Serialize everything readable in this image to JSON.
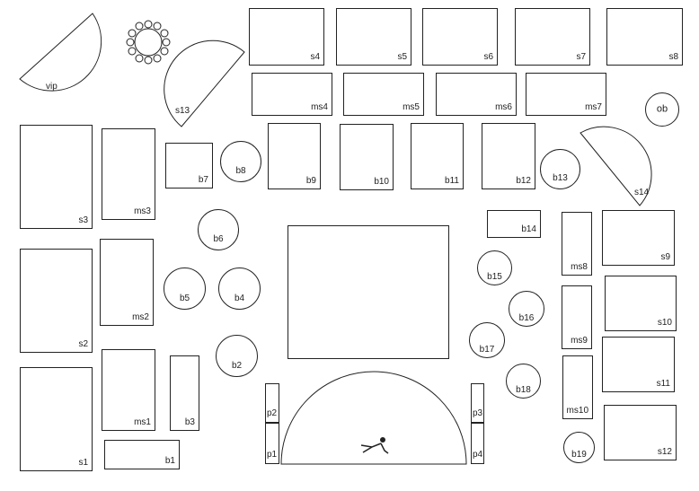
{
  "stroke_color": "#222222",
  "background_color": "#ffffff",
  "labels": {
    "s1": "s1",
    "s2": "s2",
    "s3": "s3",
    "s4": "s4",
    "s5": "s5",
    "s6": "s6",
    "s7": "s7",
    "s8": "s8",
    "s9": "s9",
    "s10": "s10",
    "s11": "s11",
    "s12": "s12",
    "s13": "s13",
    "s14": "s14",
    "ms1": "ms1",
    "ms2": "ms2",
    "ms3": "ms3",
    "ms4": "ms4",
    "ms5": "ms5",
    "ms6": "ms6",
    "ms7": "ms7",
    "ms8": "ms8",
    "ms9": "ms9",
    "ms10": "ms10",
    "b1": "b1",
    "b2": "b2",
    "b3": "b3",
    "b4": "b4",
    "b5": "b5",
    "b6": "b6",
    "b7": "b7",
    "b8": "b8",
    "b9": "b9",
    "b10": "b10",
    "b11": "b11",
    "b12": "b12",
    "b13": "b13",
    "b14": "b14",
    "b15": "b15",
    "b16": "b16",
    "b17": "b17",
    "b18": "b18",
    "b19": "b19",
    "p1": "p1",
    "p2": "p2",
    "p3": "p3",
    "p4": "p4",
    "vip": "vip",
    "ob": "ob"
  }
}
